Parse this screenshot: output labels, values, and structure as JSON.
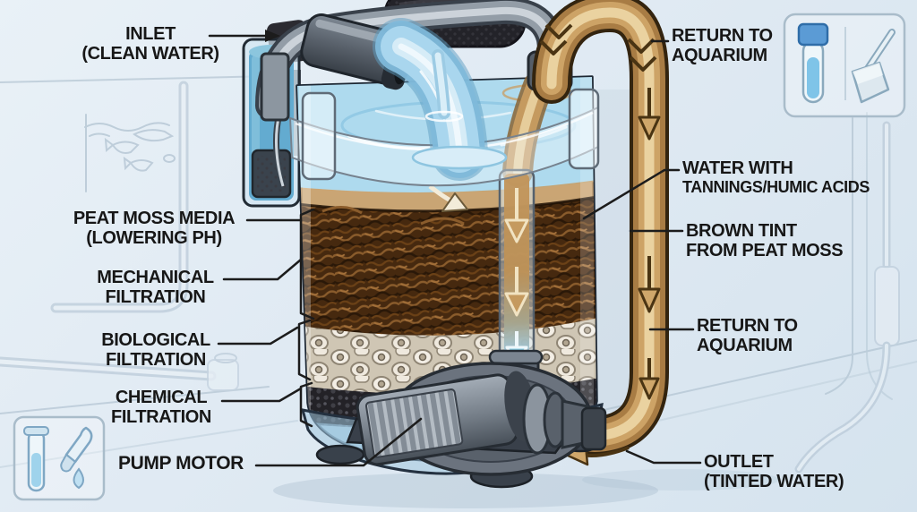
{
  "diagram": {
    "subject": "hang-on-back aquarium filter with peat moss media",
    "labels": {
      "inlet": {
        "line1": "INLET",
        "line2": "(CLEAN WATER)"
      },
      "peat_moss": {
        "line1": "PEAT MOSS MEDIA",
        "line2": "(LOWERING PH)"
      },
      "mechanical": {
        "line1": "MECHANICAL",
        "line2": "FILTRATION"
      },
      "biological": {
        "line1": "BIOLOGICAL",
        "line2": "FILTRATION"
      },
      "chemical": {
        "line1": "CHEMICAL",
        "line2": "FILTRATION"
      },
      "pump_motor": {
        "line1": "PUMP MOTOR"
      },
      "return_top": {
        "line1": "RETURN TO",
        "line2": "AQUARIUM"
      },
      "water_tannins": {
        "line1": "WATER WITH",
        "line2": "TANNINGS/HUMIC ACIDS"
      },
      "brown_tint": {
        "line1": "BROWN TINT",
        "line2": "FROM PEAT MOSS"
      },
      "return_mid": {
        "line1": "RETURN TO",
        "line2": "AQUARIUM"
      },
      "outlet": {
        "line1": "OUTLET",
        "line2": "(TINTED WATER)"
      }
    },
    "icons": [
      "test-tube-capped-icon",
      "scoop-icon",
      "test-tube-icon",
      "dropper-icon",
      "water-drop-icon",
      "fish-icon",
      "down-arrow-icon",
      "left-arrow-icon",
      "right-arrow-icon"
    ],
    "colors": {
      "background": "#e0eaf3",
      "label_text": "#171717",
      "leader_line": "#1c1c1c",
      "clean_water": "#a9d6ee",
      "tinted_water": "#c59a5f",
      "tube_brown": "#cda366",
      "peat_brown": "#46290f",
      "ceramic_rings": "#f3eee5",
      "carbon_black": "#232227",
      "pump_gray": "#6b737e",
      "sketch_line": "#aabdcc"
    }
  }
}
